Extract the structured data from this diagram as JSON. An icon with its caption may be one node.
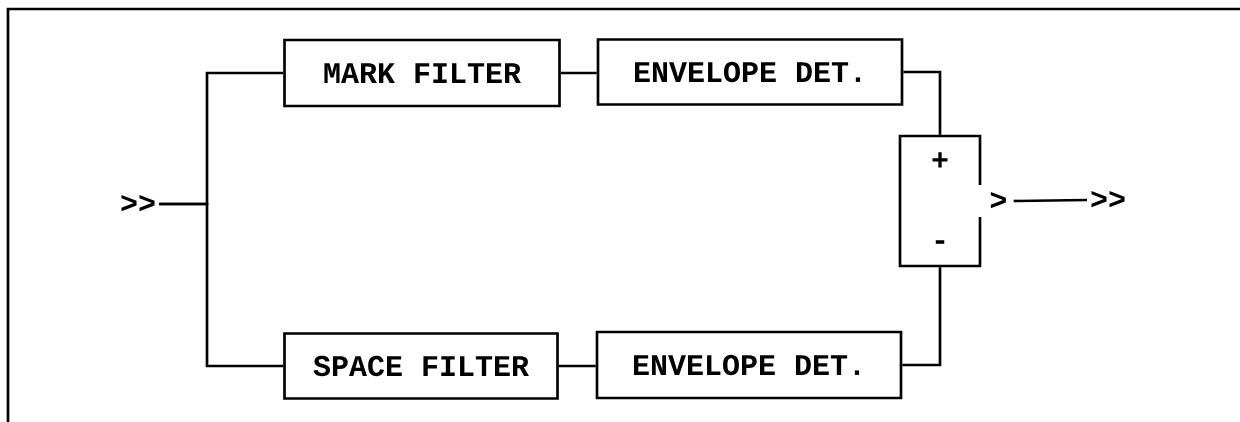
{
  "diagram": {
    "nodes": [
      {
        "text": [
          ">>"
        ]
      },
      {
        "text": [
          "MARK FILTER"
        ]
      },
      {
        "text": [
          "ENVELOPE DET."
        ]
      },
      {
        "text": [
          "SPACE FILTER"
        ]
      },
      {
        "text": [
          "ENVELOPE DET."
        ]
      },
      {
        "text": [
          "+",
          "-"
        ],
        "beside": [
          ">"
        ]
      },
      {
        "text": [
          ">>"
        ]
      }
    ],
    "edges": [
      {
        "from": 0,
        "to": 1,
        "arrow": "none"
      },
      {
        "from": 0,
        "to": 3,
        "arrow": "none"
      },
      {
        "from": 1,
        "to": 2,
        "arrow": "none"
      },
      {
        "from": 3,
        "to": 4,
        "arrow": "none"
      },
      {
        "from": 2,
        "to": 5,
        "arrow": "none"
      },
      {
        "from": 4,
        "to": 5,
        "arrow": "none"
      },
      {
        "from": 5,
        "to": 6,
        "arrow": "none"
      }
    ]
  }
}
